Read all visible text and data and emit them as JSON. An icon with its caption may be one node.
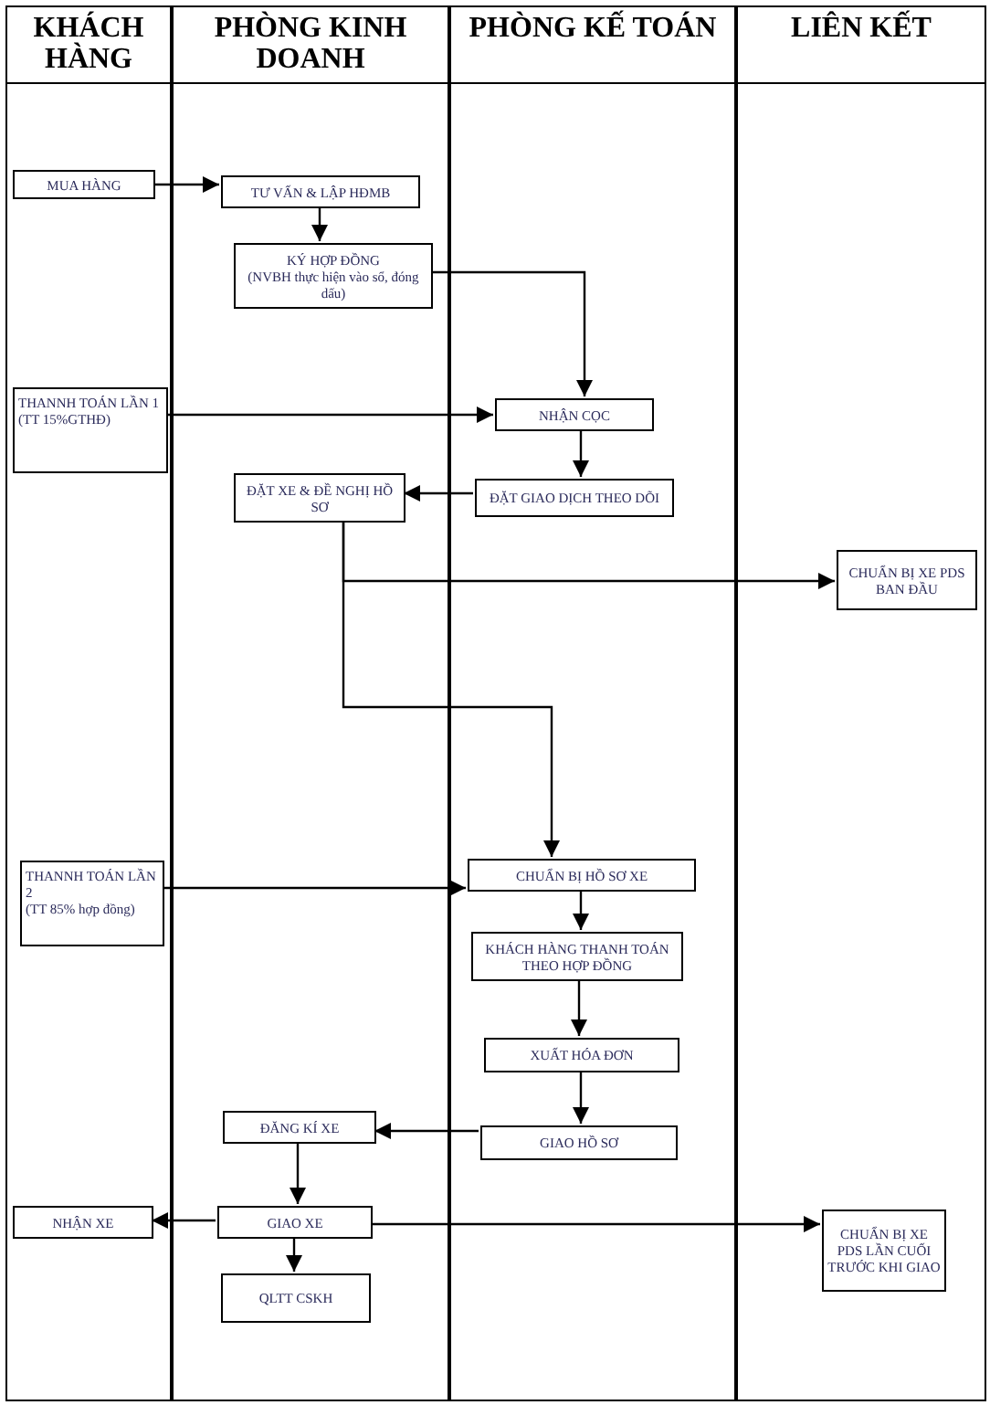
{
  "diagram": {
    "nodes": [
      {
        "text": [
          "KHÁCH HÀNG"
        ]
      },
      {
        "text": [
          "PHÒNG KINH DOANH"
        ]
      },
      {
        "text": [
          "PHÒNG KẾ TOÁN"
        ]
      },
      {
        "text": [
          "LIÊN KẾT"
        ]
      },
      {
        "text": [
          "MUA HÀNG"
        ],
        "in": 0
      },
      {
        "text": [
          "TƯ VẤN & LẬP HĐMB"
        ],
        "in": 1
      },
      {
        "text": [
          "KÝ HỢP ĐỒNG",
          "(NVBH thực hiện vào sổ, đóng dấu)"
        ],
        "in": 1
      },
      {
        "text": [
          "THANNH TOÁN LẦN 1",
          "(TT 15%GTHĐ)"
        ],
        "in": 0
      },
      {
        "text": [
          "NHẬN CỌC"
        ],
        "in": 2
      },
      {
        "text": [
          "ĐẶT XE & ĐỀ NGHỊ HỒ SƠ"
        ],
        "in": 1
      },
      {
        "text": [
          "ĐẶT GIAO DỊCH THEO DÕI"
        ],
        "in": 2
      },
      {
        "text": [
          "CHUẨN BỊ XE PDS BAN ĐẦU"
        ],
        "in": 3
      },
      {
        "text": [
          "THANNH TOÁN LẦN 2",
          "(TT 85% hợp đồng)"
        ],
        "in": 0
      },
      {
        "text": [
          "CHUẨN BỊ HỒ SƠ XE"
        ],
        "in": 2
      },
      {
        "text": [
          "KHÁCH HÀNG THANH TOÁN THEO HỢP ĐỒNG"
        ],
        "in": 2
      },
      {
        "text": [
          "XUẤT HÓA ĐƠN"
        ],
        "in": 2
      },
      {
        "text": [
          "GIAO HỒ SƠ"
        ],
        "in": 2
      },
      {
        "text": [
          "ĐĂNG KÍ XE"
        ],
        "in": 1
      },
      {
        "text": [
          "NHẬN XE"
        ],
        "in": 0
      },
      {
        "text": [
          "GIAO XE"
        ],
        "in": 1
      },
      {
        "text": [
          "QLTT CSKH"
        ],
        "in": 1
      },
      {
        "text": [
          "CHUẨN BỊ XE PDS LẦN CUỐI TRƯỚC KHI GIAO"
        ],
        "in": 3
      }
    ],
    "edges": [
      {
        "from": 4,
        "to": 5,
        "arrow": "to"
      },
      {
        "from": 5,
        "to": 6,
        "arrow": "to"
      },
      {
        "from": 6,
        "to": 8,
        "arrow": "to"
      },
      {
        "from": 7,
        "to": 8,
        "arrow": "to"
      },
      {
        "from": 8,
        "to": 10,
        "arrow": "to"
      },
      {
        "from": 10,
        "to": 9,
        "arrow": "to"
      },
      {
        "from": 9,
        "to": 11,
        "arrow": "to"
      },
      {
        "from": 9,
        "to": 13,
        "arrow": "to"
      },
      {
        "from": 12,
        "to": 13,
        "arrow": "to"
      },
      {
        "from": 13,
        "to": 14,
        "arrow": "to"
      },
      {
        "from": 14,
        "to": 15,
        "arrow": "to"
      },
      {
        "from": 15,
        "to": 16,
        "arrow": "to"
      },
      {
        "from": 16,
        "to": 17,
        "arrow": "to"
      },
      {
        "from": 17,
        "to": 19,
        "arrow": "to"
      },
      {
        "from": 19,
        "to": 18,
        "arrow": "to"
      },
      {
        "from": 19,
        "to": 20,
        "arrow": "to"
      },
      {
        "from": 19,
        "to": 21,
        "arrow": "to"
      }
    ]
  }
}
